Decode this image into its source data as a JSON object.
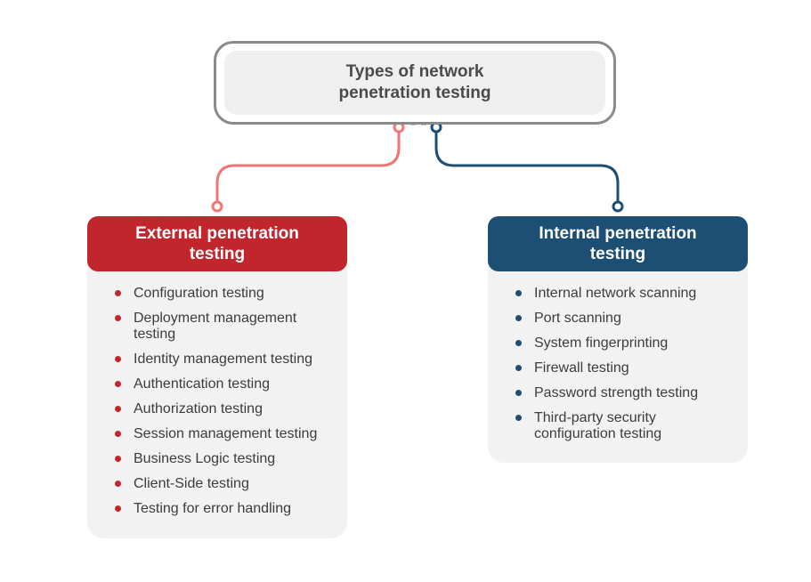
{
  "root": {
    "title": "Types of network penetration testing"
  },
  "colors": {
    "external": "#c2262d",
    "internal": "#1d4f75",
    "external_connector": "#f07575",
    "internal_connector": "#1d4f75"
  },
  "external": {
    "title": "External penetration testing",
    "items": [
      "Configuration testing",
      "Deployment management testing",
      "Identity management testing",
      "Authentication testing",
      "Authorization testing",
      "Session management testing",
      "Business Logic testing",
      "Client-Side testing",
      "Testing for error handling"
    ]
  },
  "internal": {
    "title": "Internal penetration testing",
    "items": [
      "Internal network scanning",
      "Port scanning",
      "System fingerprinting",
      "Firewall testing",
      "Password strength testing",
      "Third-party security configuration testing"
    ]
  }
}
